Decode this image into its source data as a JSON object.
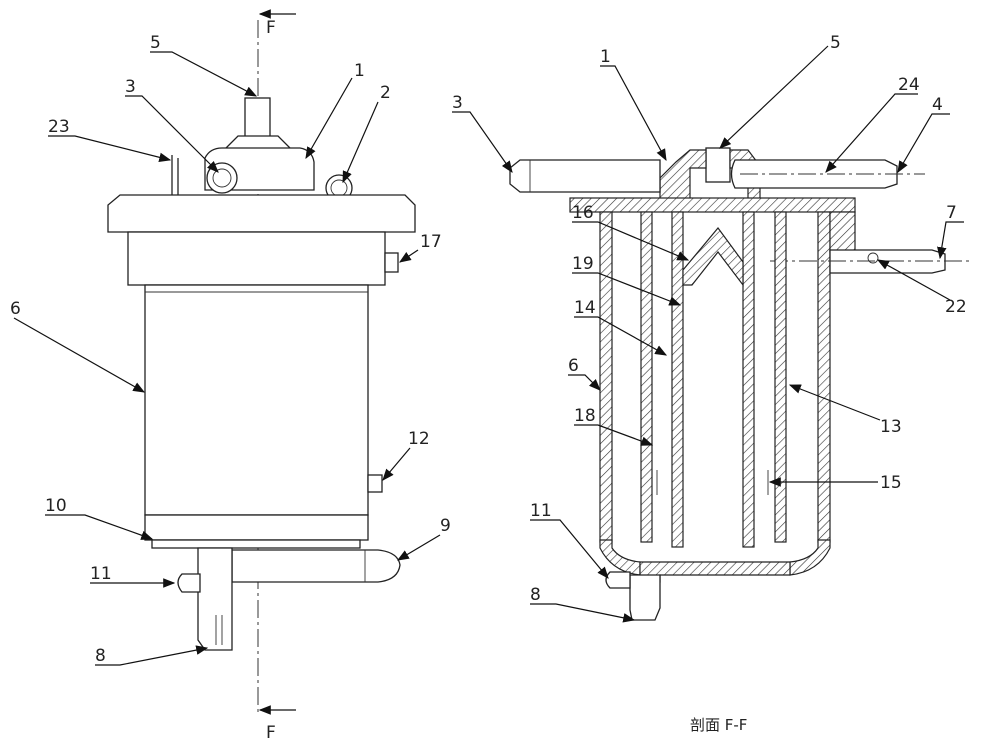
{
  "section_marker": "F",
  "caption": "剖面 F-F",
  "left_view": {
    "labels": [
      "5",
      "1",
      "3",
      "2",
      "23",
      "17",
      "6",
      "12",
      "10",
      "11",
      "9",
      "8"
    ]
  },
  "right_view": {
    "labels": [
      "1",
      "5",
      "3",
      "24",
      "4",
      "7",
      "16",
      "19",
      "14",
      "22",
      "6",
      "13",
      "18",
      "15",
      "11",
      "8"
    ]
  },
  "colors": {
    "line": "#222222",
    "background": "#ffffff"
  }
}
